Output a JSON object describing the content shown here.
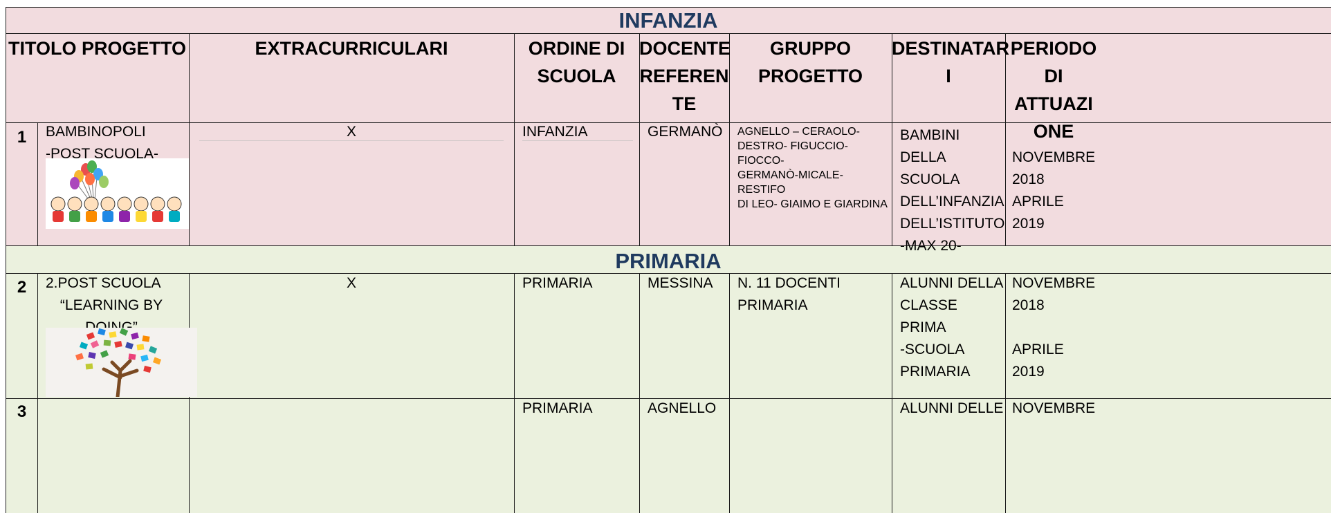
{
  "sections": {
    "infanzia": "INFANZIA",
    "primaria": "PRIMARIA"
  },
  "headers": {
    "titolo": "TITOLO PROGETTO",
    "extracurriculari": "EXTRACURRICULARI",
    "ordine": "ORDINE DI\nSCUOLA",
    "docente": "DOCENTE\nREFEREN\nTE",
    "gruppo": "GRUPPO\nPROGETTO",
    "destinatari": "DESTINATAR\nI",
    "periodo": "PERIODO\nDI\nATTUAZI\nONE"
  },
  "rows": [
    {
      "num": "1",
      "title": "BAMBINOPOLI\n-POST SCUOLA-",
      "extra": "X",
      "ordine": "INFANZIA",
      "docente": "GERMANÒ",
      "gruppo": "AGNELLO – CERAOLO-\nDESTRO- FIGUCCIO-FIOCCO-\nGERMANÒ-MICALE-RESTIFO\nDI LEO- GIAIMO E GIARDINA",
      "destinatari": "BAMBINI DELLA\nSCUOLA\nDELL’INFANZIA\nDELL’ISTITUTO\n-MAX 20-",
      "periodo": "NOVEMBRE\n2018\nAPRILE\n2019"
    },
    {
      "num": "2",
      "title_line1": "2.POST SCUOLA",
      "title_line2": "“LEARNING BY\nDOING”",
      "extra": "X",
      "ordine": "PRIMARIA",
      "docente": "MESSINA",
      "gruppo": "N. 11 DOCENTI\nPRIMARIA",
      "destinatari": "ALUNNI DELLA\nCLASSE PRIMA\n-SCUOLA\nPRIMARIA",
      "periodo": "NOVEMBRE\n2018\n\nAPRILE\n2019"
    },
    {
      "num": "3",
      "ordine": "PRIMARIA",
      "docente": "AGNELLO",
      "destinatari": "ALUNNI DELLE",
      "periodo": "NOVEMBRE"
    }
  ],
  "images": {
    "kids": "children-with-balloons-illustration",
    "tree": "tree-of-books-illustration"
  },
  "colors": {
    "infanzia_bg": "#f2dcdf",
    "primaria_bg": "#ebf1de",
    "section_title": "#1f3a5f"
  }
}
